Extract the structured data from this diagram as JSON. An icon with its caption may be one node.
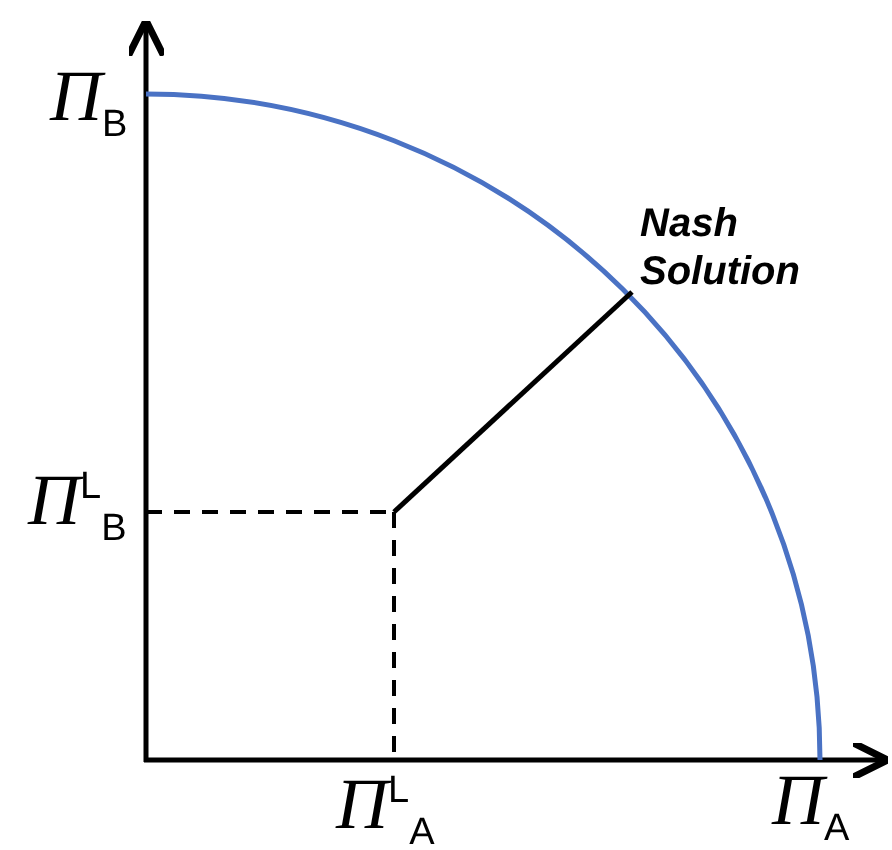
{
  "diagram": {
    "labels": [
      "*Π*$_{B}$",
      "Nash Solution",
      "*Π*$^{L}$$_{B}$",
      "*Π*$^{L}$$_{A}$",
      "*Π*$_{A}$"
    ]
  }
}
